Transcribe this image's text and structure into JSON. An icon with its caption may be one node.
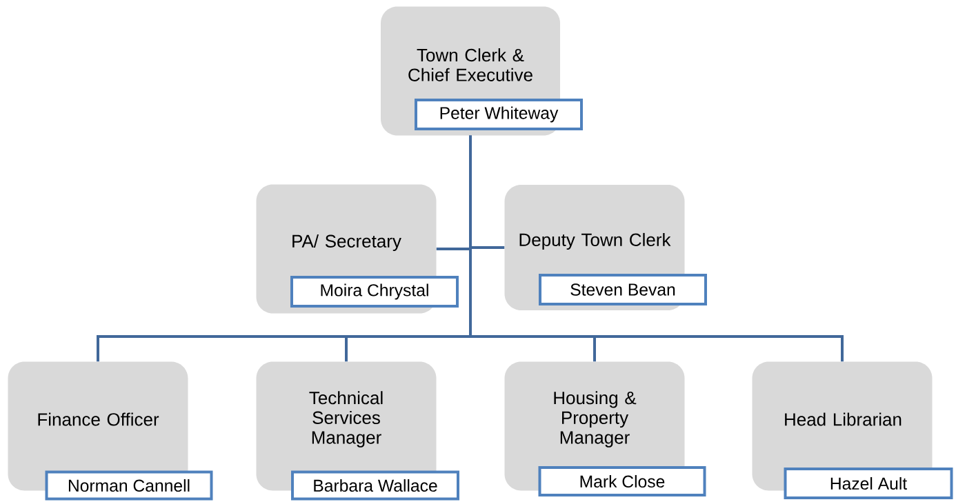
{
  "diagram": {
    "nodes": [
      {
        "text": [
          "Town Clerk & Chief Executive",
          "Peter Whiteway"
        ]
      },
      {
        "text": [
          "PA/ Secretary",
          "Moira Chrystal"
        ]
      },
      {
        "text": [
          "Deputy Town Clerk",
          "Steven Bevan"
        ]
      },
      {
        "text": [
          "Finance Officer",
          "Norman Cannell"
        ]
      },
      {
        "text": [
          "Technical Services Manager",
          "Barbara Wallace"
        ]
      },
      {
        "text": [
          "Housing & Property Manager",
          "Mark Close"
        ]
      },
      {
        "text": [
          "Head Librarian",
          "Hazel Ault"
        ]
      }
    ],
    "edges": [
      {
        "from": 0,
        "to": 1,
        "arrow": "none"
      },
      {
        "from": 0,
        "to": 2,
        "arrow": "none"
      },
      {
        "from": 0,
        "to": 3,
        "arrow": "none"
      },
      {
        "from": 0,
        "to": 4,
        "arrow": "none"
      },
      {
        "from": 0,
        "to": 5,
        "arrow": "none"
      },
      {
        "from": 0,
        "to": 6,
        "arrow": "none"
      }
    ]
  }
}
